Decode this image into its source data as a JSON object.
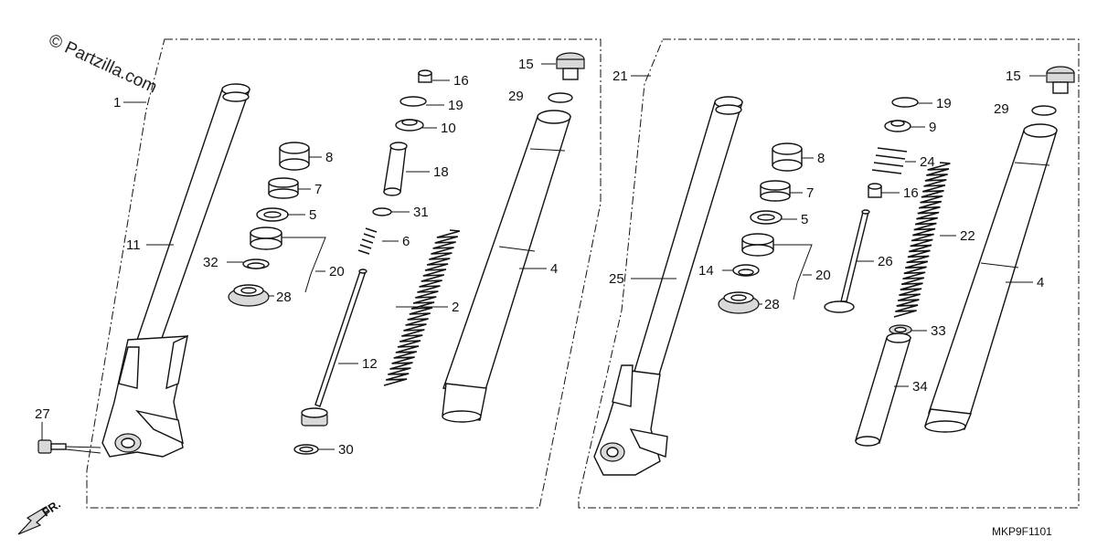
{
  "watermark": "© Partzilla.com",
  "diagram_code": "MKP9F1101",
  "direction_label": "FR.",
  "left_callouts": [
    "1",
    "2",
    "4",
    "5",
    "6",
    "7",
    "8",
    "10",
    "11",
    "12",
    "15",
    "16",
    "18",
    "19",
    "20",
    "27",
    "28",
    "29",
    "30",
    "31",
    "32"
  ],
  "right_callouts": [
    "4",
    "5",
    "7",
    "8",
    "9",
    "14",
    "15",
    "16",
    "19",
    "20",
    "21",
    "22",
    "24",
    "25",
    "26",
    "28",
    "29",
    "33",
    "34"
  ]
}
